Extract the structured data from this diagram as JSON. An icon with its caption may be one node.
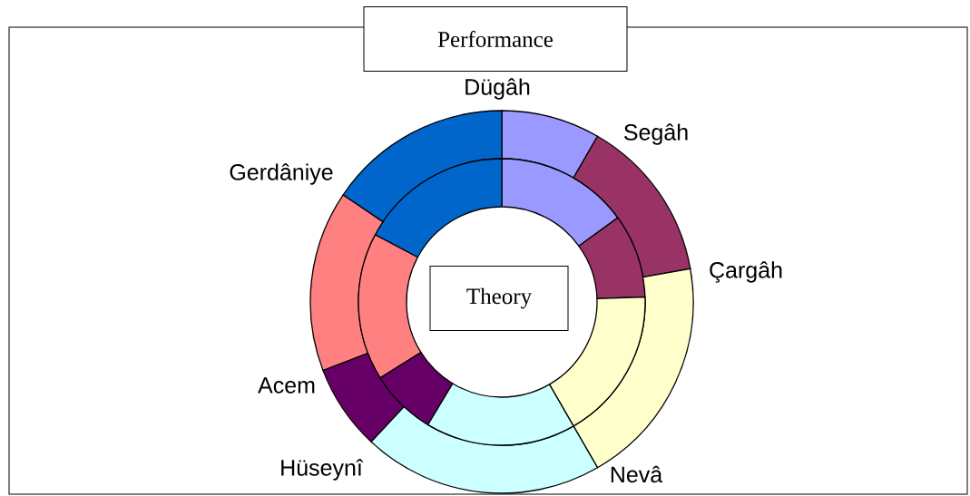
{
  "diagram": {
    "nodes": [
      {
        "text": [
          "Performance"
        ]
      },
      {
        "text": [
          "Theory"
        ]
      }
    ],
    "labels": [
      "Dügâh",
      "Segâh",
      "Gerdâniye",
      "Çargâh",
      "Acem",
      "Hüseynî",
      "Nevâ"
    ]
  }
}
